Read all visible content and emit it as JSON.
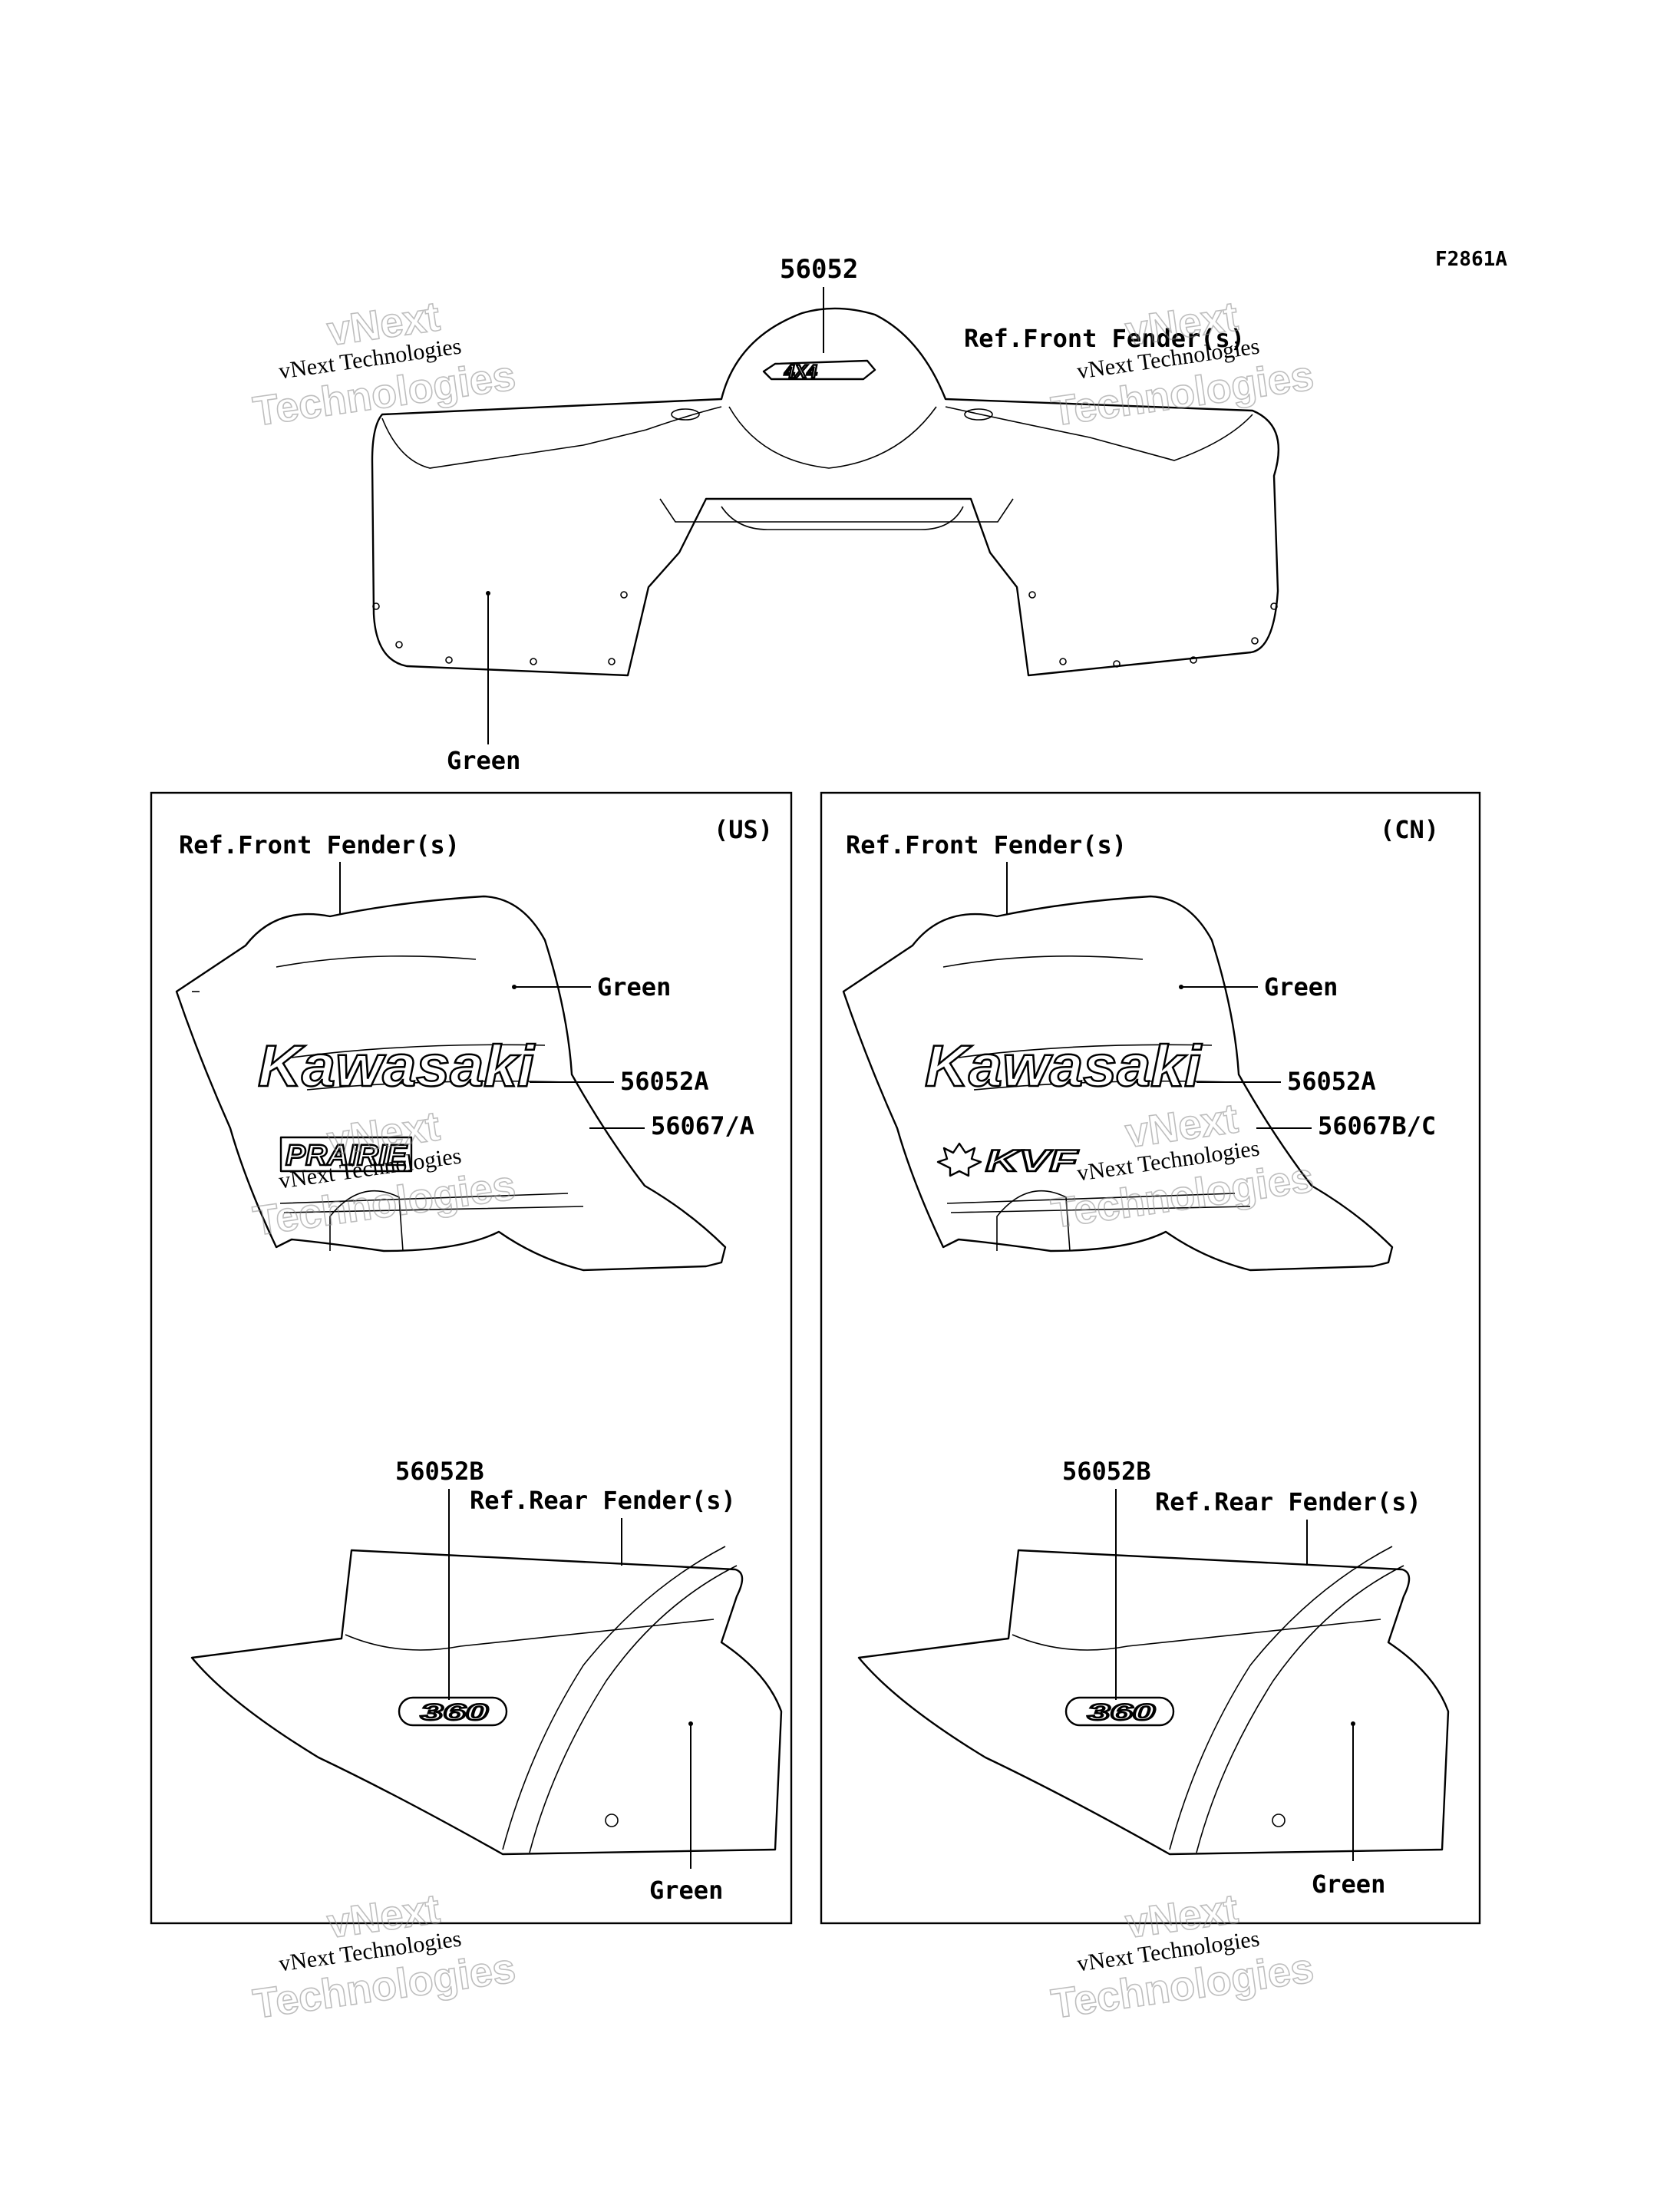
{
  "figure_id": "F2861A",
  "watermark": {
    "line1": "vNext",
    "line2": "vNext Technologies",
    "line3": "Technologies"
  },
  "top": {
    "part_number": "56052",
    "ref_label": "Ref.Front Fender(s)",
    "color_label": "Green",
    "decal_text": "4X4"
  },
  "panels": [
    {
      "region": "(US)",
      "front_ref": "Ref.Front Fender(s)",
      "front_color": "Green",
      "part_a": "56052A",
      "part_b": "56067/A",
      "brand_text": "Kawasaki",
      "model_badge": "PRAIRIE",
      "rear_part": "56052B",
      "rear_ref": "Ref.Rear Fender(s)",
      "rear_color": "Green",
      "rear_badge": "360"
    },
    {
      "region": "(CN)",
      "front_ref": "Ref.Front Fender(s)",
      "front_color": "Green",
      "part_a": "56052A",
      "part_b": "56067B/C",
      "brand_text": "Kawasaki",
      "model_badge": "KVF",
      "rear_part": "56052B",
      "rear_ref": "Ref.Rear Fender(s)",
      "rear_color": "Green",
      "rear_badge": "360"
    }
  ]
}
